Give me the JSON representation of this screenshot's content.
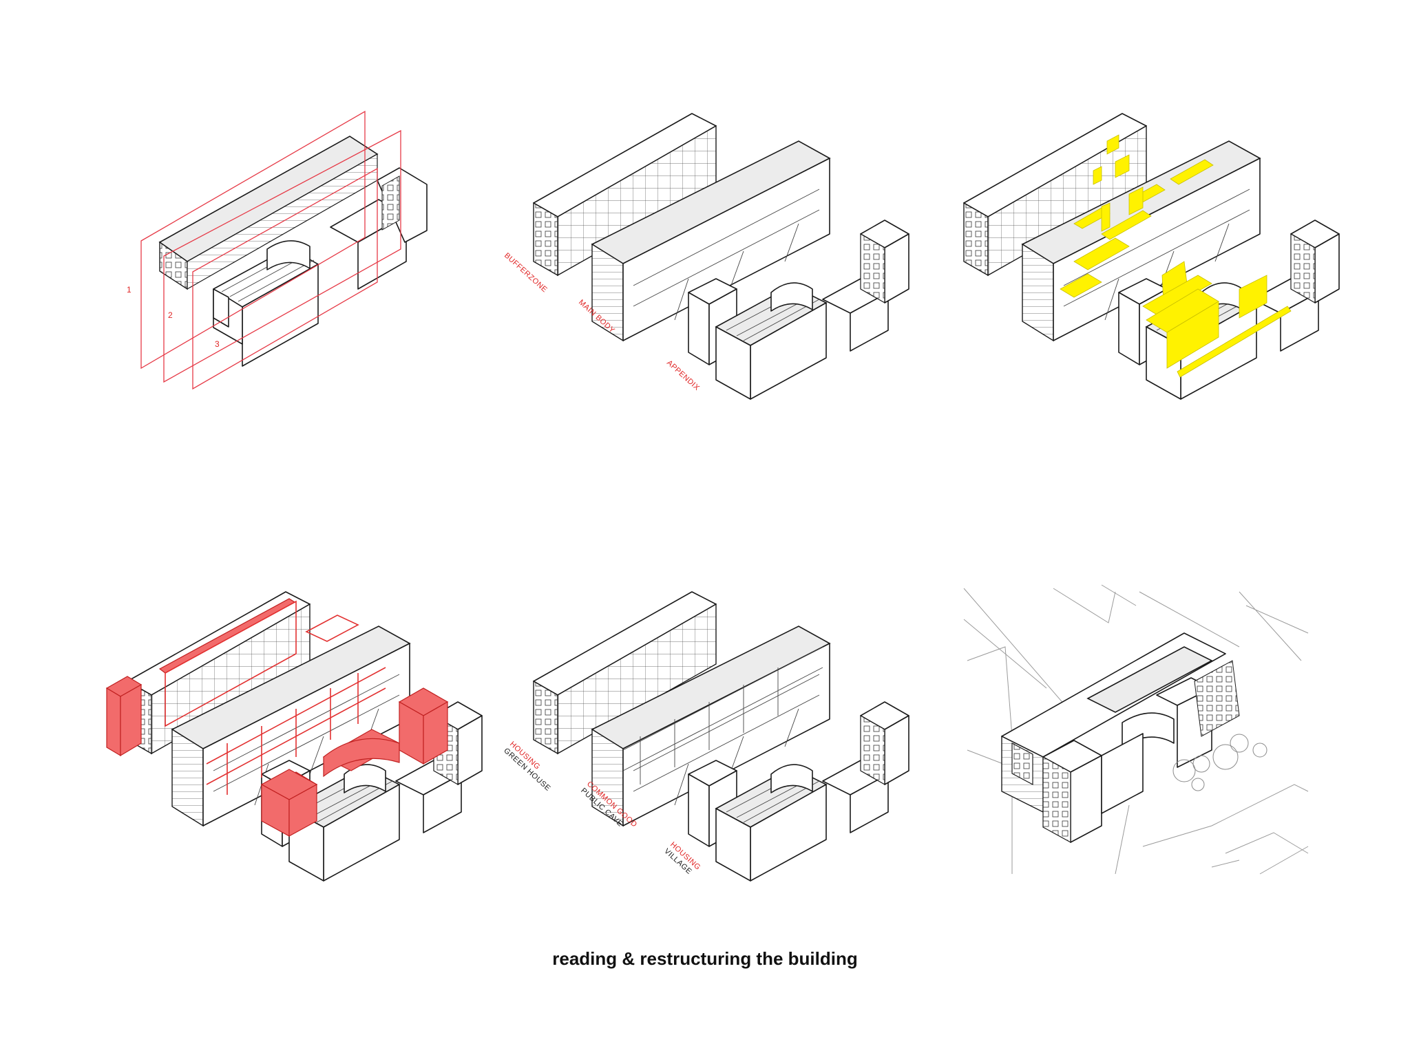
{
  "caption": "reading & restructuring the building",
  "panels": {
    "p1": {
      "numbers": [
        "1",
        "2",
        "3"
      ]
    },
    "p2": {
      "labels": [
        "BUFFERZONE",
        "MAIN BODY",
        "APPENDIX"
      ]
    },
    "p5": {
      "labels": [
        {
          "primary": "HOUSING",
          "secondary": "GREEN HOUSE"
        },
        {
          "primary": "COMMON GOOD",
          "secondary": "PUBLIC CAVE"
        },
        {
          "primary": "HOUSING",
          "secondary": "VILLAGE"
        }
      ]
    }
  },
  "colors": {
    "accent_red": "#e02424",
    "highlight_yellow": "#fff200",
    "fill_red": "#f26b6b"
  }
}
